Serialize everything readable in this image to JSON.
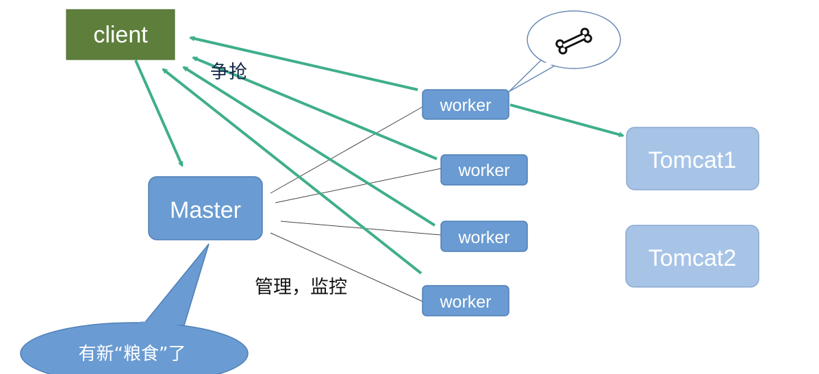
{
  "nodes": {
    "client": "client",
    "master": "Master",
    "workers": [
      "worker",
      "worker",
      "worker",
      "worker"
    ],
    "tomcats": [
      "Tomcat1",
      "Tomcat2"
    ]
  },
  "labels": {
    "compete": "争抢",
    "manage": "管理，监控",
    "new_food": "有新“粮食”了"
  },
  "icons": {
    "bubble": "bone-icon"
  },
  "colors": {
    "client": "#5e7f3b",
    "master": "#6a9bd2",
    "worker": "#6a9bd2",
    "tomcat": "#a7c4e7",
    "arrow": "#3fae8c"
  }
}
